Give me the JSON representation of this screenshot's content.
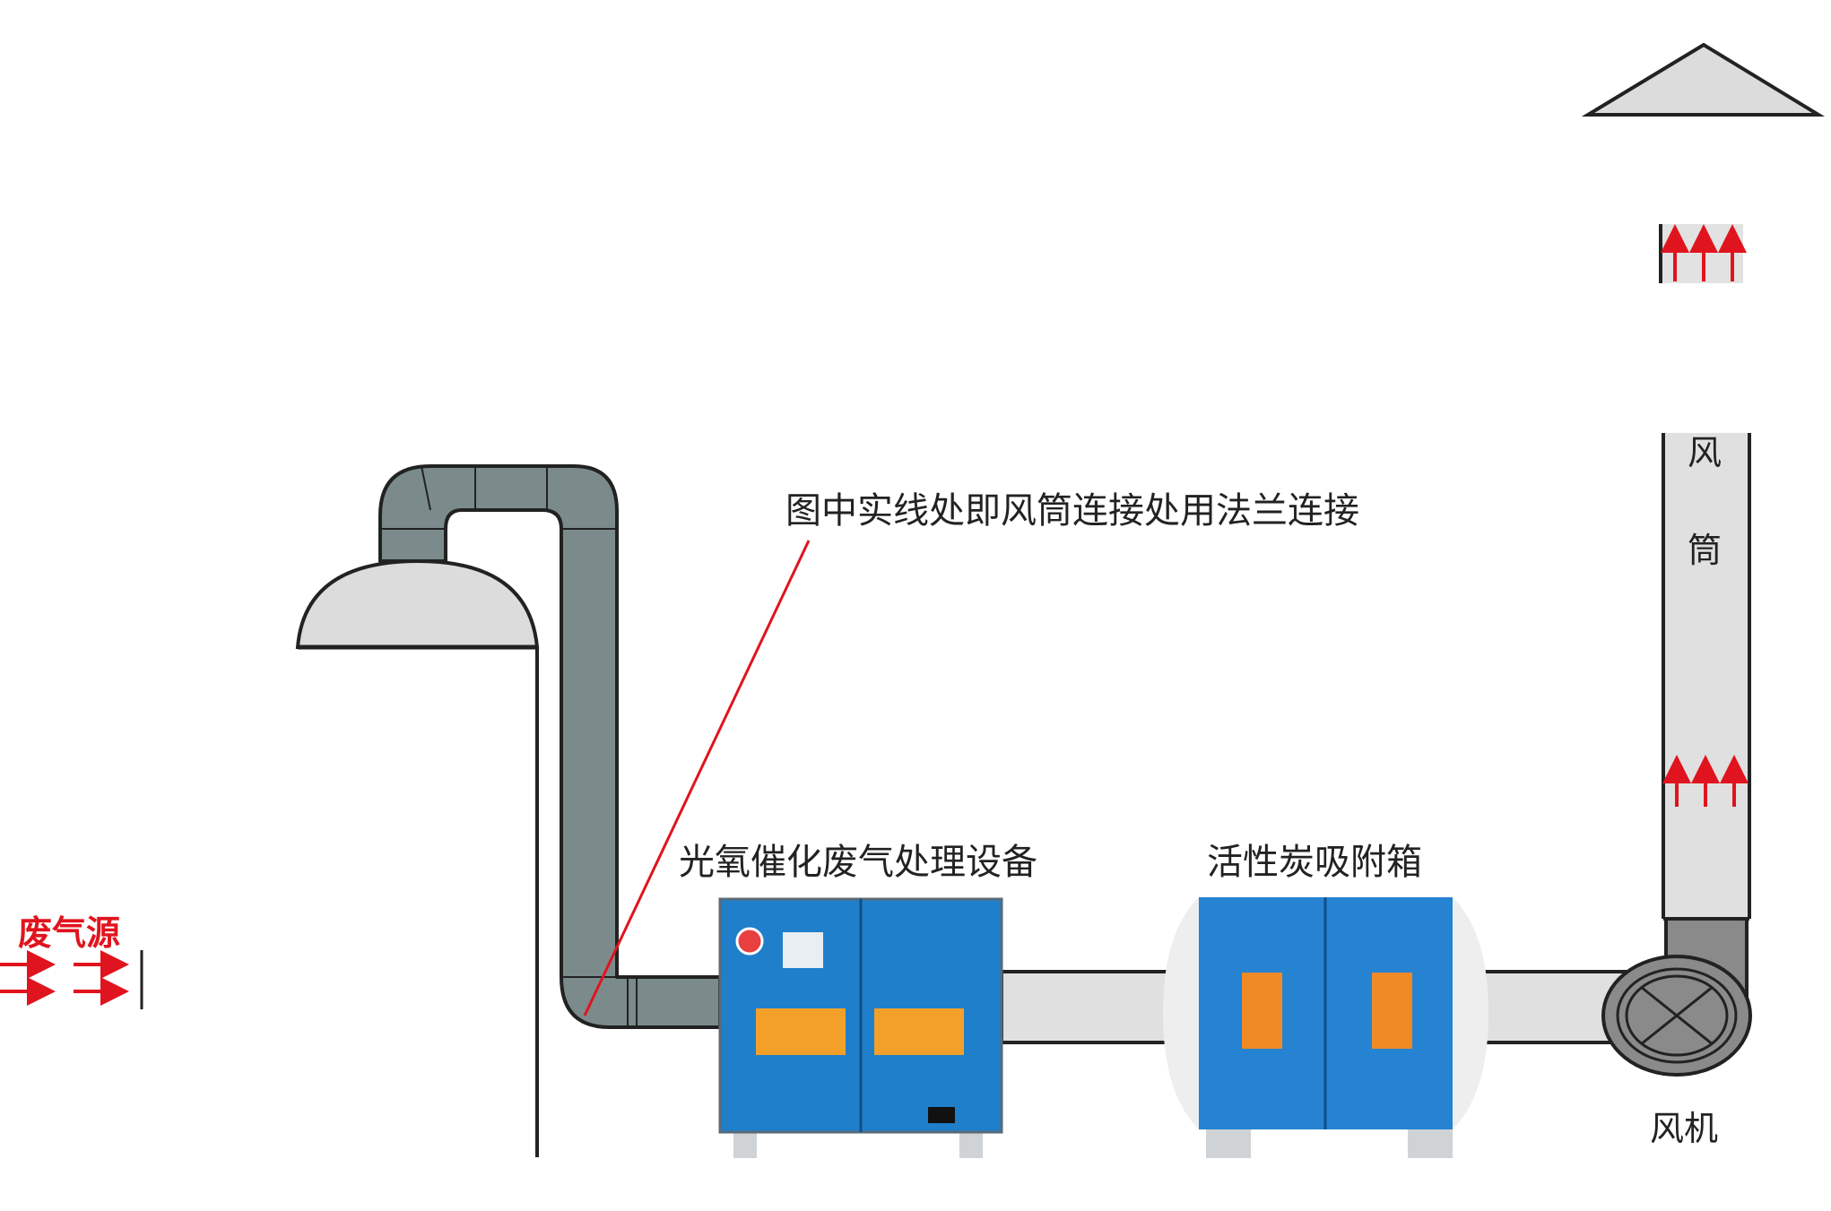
{
  "annotation": "图中实线处即风筒连接处用法兰连接",
  "source_label": "废气源",
  "uv_unit_label": "光氧催化废气处理设备",
  "carbon_box_label": "活性炭吸附箱",
  "stack_label_1": "风",
  "stack_label_2": "筒",
  "fan_label": "风机",
  "colors": {
    "duct_gray": "#7b8b8c",
    "pipe_light": "#e0e0e0",
    "equipment_blue": "#1f7fcb",
    "arrow_red": "#e0141e"
  }
}
